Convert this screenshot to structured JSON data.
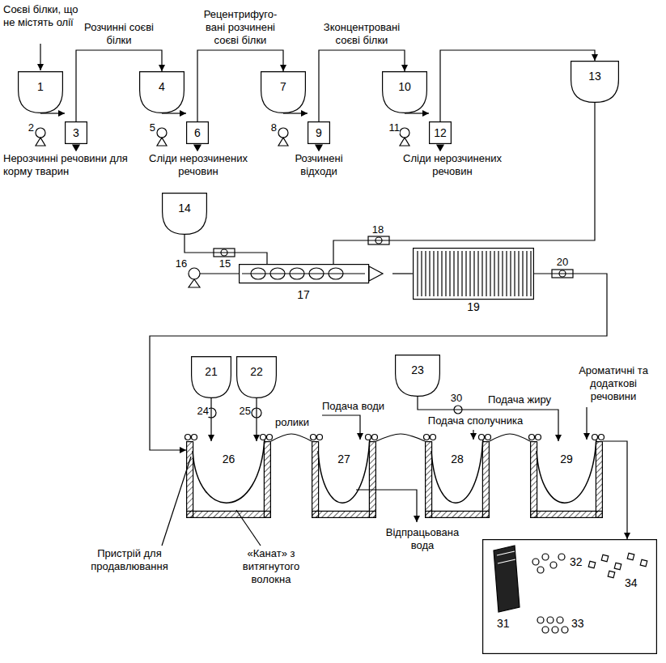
{
  "diagram": {
    "nodes": [
      {
        "text": [
          "1"
        ]
      },
      {
        "text": [
          "3"
        ]
      },
      {
        "text": [
          "4"
        ]
      },
      {
        "text": [
          "6"
        ]
      },
      {
        "text": [
          "7"
        ]
      },
      {
        "text": [
          "9"
        ]
      },
      {
        "text": [
          "10"
        ]
      },
      {
        "text": [
          "12"
        ]
      },
      {
        "text": [
          "13"
        ]
      },
      {
        "text": [
          "14"
        ]
      },
      {
        "text": [
          "17"
        ]
      },
      {
        "text": [
          "19"
        ]
      },
      {
        "text": [
          "21"
        ]
      },
      {
        "text": [
          "22"
        ]
      },
      {
        "text": [
          "23"
        ]
      },
      {
        "text": [
          "26"
        ]
      },
      {
        "text": [
          "27"
        ]
      },
      {
        "text": [
          "28"
        ]
      },
      {
        "text": [
          "29"
        ]
      },
      {
        "text": [
          "31",
          "32",
          "33",
          "34"
        ]
      }
    ],
    "edges": [
      {
        "from": 0,
        "to": 1,
        "arrow": "to"
      },
      {
        "from": 1,
        "to": 2,
        "label": "Розчинні соєві білки",
        "arrow": "to"
      },
      {
        "from": 2,
        "to": 3,
        "arrow": "to"
      },
      {
        "from": 3,
        "to": 4,
        "label": "Рецентрифуго- вані розчинені соєві білки",
        "arrow": "to"
      },
      {
        "from": 4,
        "to": 5,
        "arrow": "to"
      },
      {
        "from": 5,
        "to": 6,
        "label": "Зконцентровані соєві білки",
        "arrow": "to"
      },
      {
        "from": 6,
        "to": 7,
        "arrow": "to"
      },
      {
        "from": 7,
        "to": 8,
        "arrow": "to"
      },
      {
        "from": 8,
        "to": 10,
        "arrow": "none"
      },
      {
        "from": 9,
        "to": 10,
        "arrow": "none"
      },
      {
        "from": 10,
        "to": 11,
        "arrow": "none"
      },
      {
        "from": 11,
        "to": 15,
        "arrow": "to"
      },
      {
        "from": 12,
        "to": 15,
        "arrow": "to"
      },
      {
        "from": 13,
        "to": 15,
        "arrow": "to"
      },
      {
        "from": 14,
        "to": 18,
        "arrow": "to"
      },
      {
        "from": 15,
        "to": 16,
        "arrow": "none"
      },
      {
        "from": 16,
        "to": 17,
        "arrow": "none"
      },
      {
        "from": 17,
        "to": 18,
        "arrow": "none"
      },
      {
        "from": 18,
        "to": 19,
        "arrow": "to"
      }
    ],
    "labels": [
      "Соєві білки, що не містять олії",
      "2",
      "5",
      "8",
      "11",
      "Нерозчинні речовини для корму тварин",
      "Сліди нерозчинених речовин",
      "Розчинені відходи",
      "Сліди нерозчинених речовин",
      "15",
      "16",
      "18",
      "20",
      "24",
      "25",
      "30",
      "ролики",
      "Подача води",
      "Подача сполучника",
      "Подача жиру",
      "Ароматичні та додаткові речовини",
      "Пристрій для продавлювання",
      "«Канат» з витягнутого волокна",
      "Відпрацьована вода"
    ]
  }
}
